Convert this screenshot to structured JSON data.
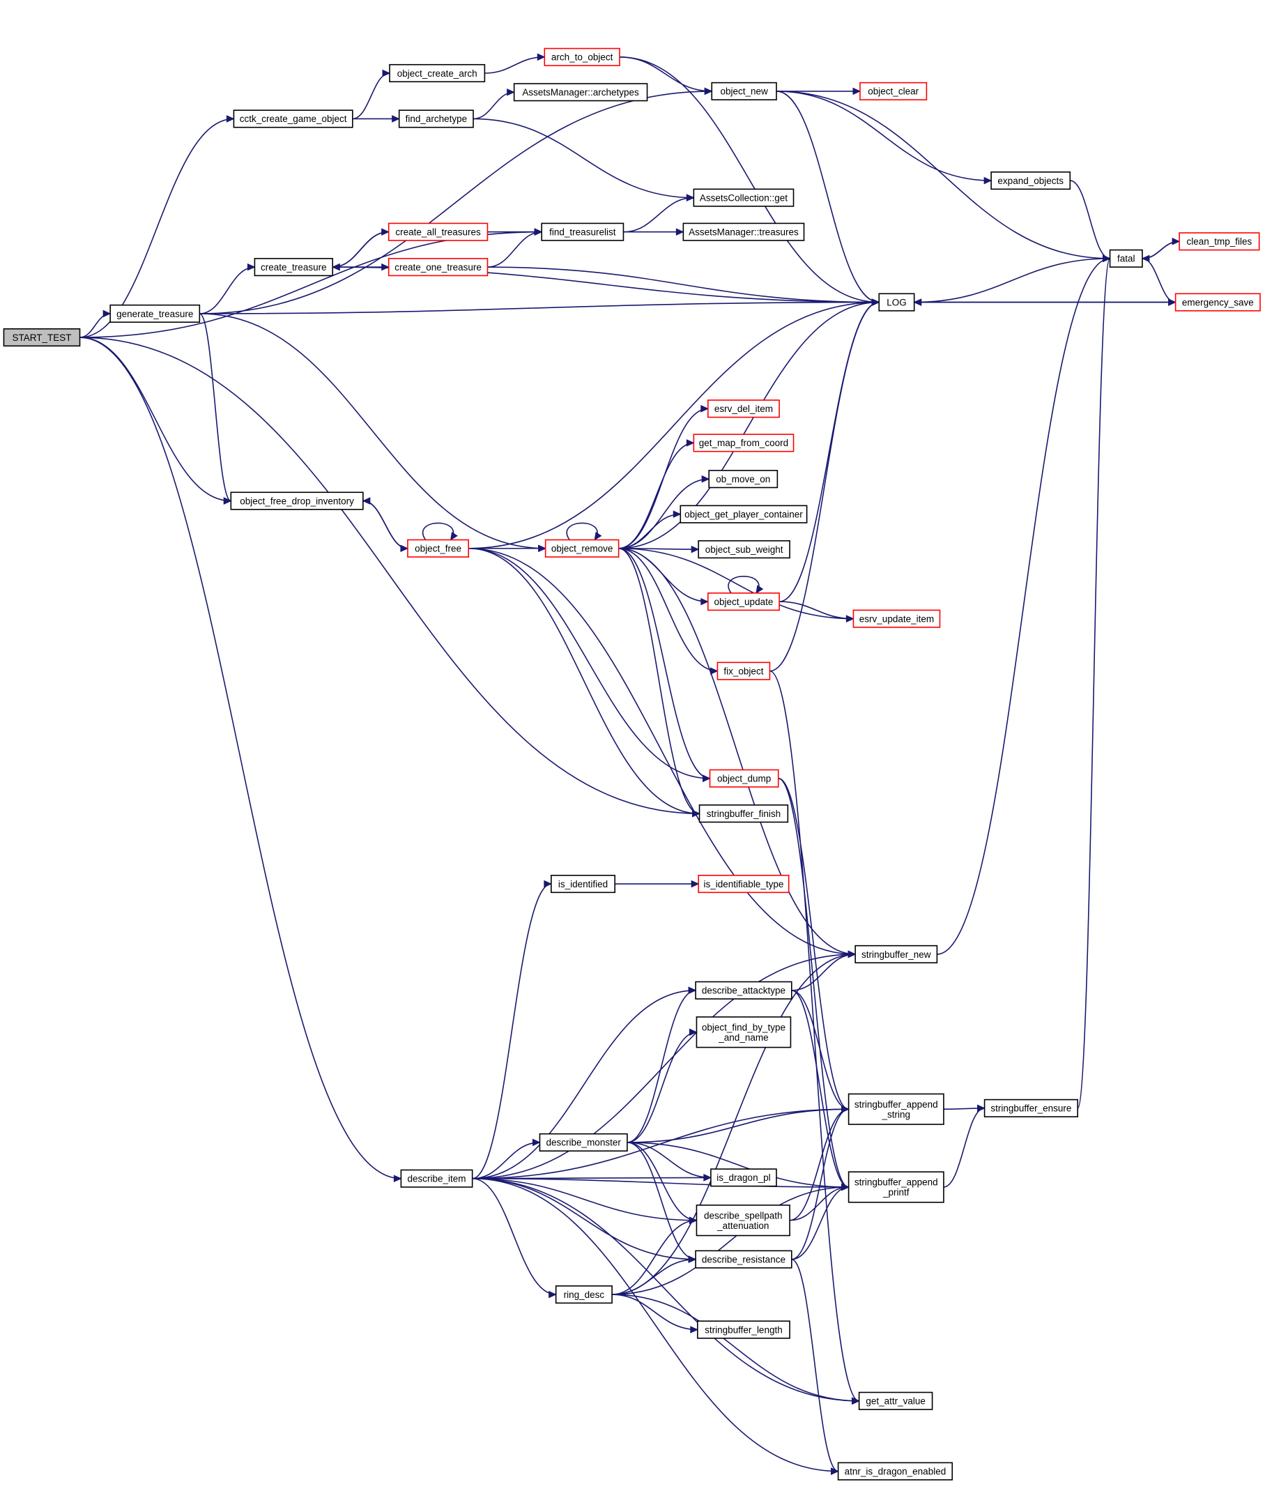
{
  "colors": {
    "edge": "#191970",
    "node_border": "#000000",
    "node_border_truncated": "#ff0000",
    "root_fill": "#bfbfbf",
    "node_fill": "#ffffff"
  },
  "nodes": {
    "start_test": {
      "label": "START_TEST",
      "root": true
    },
    "cctk_create_game_object": {
      "label": "cctk_create_game_object"
    },
    "object_create_arch": {
      "label": "object_create_arch"
    },
    "arch_to_object": {
      "label": "arch_to_object",
      "truncated": true
    },
    "object_new": {
      "label": "object_new"
    },
    "object_clear": {
      "label": "object_clear",
      "truncated": true
    },
    "find_archetype": {
      "label": "find_archetype"
    },
    "assets_manager_archetypes": {
      "label": "AssetsManager::archetypes"
    },
    "expand_objects": {
      "label": "expand_objects"
    },
    "assets_collection_get": {
      "label": "AssetsCollection::get"
    },
    "create_all_treasures": {
      "label": "create_all_treasures",
      "truncated": true
    },
    "find_treasurelist": {
      "label": "find_treasurelist"
    },
    "assets_manager_treasures": {
      "label": "AssetsManager::treasures"
    },
    "fatal": {
      "label": "fatal"
    },
    "clean_tmp_files": {
      "label": "clean_tmp_files",
      "truncated": true
    },
    "create_treasure": {
      "label": "create_treasure"
    },
    "create_one_treasure": {
      "label": "create_one_treasure",
      "truncated": true
    },
    "generate_treasure": {
      "label": "generate_treasure"
    },
    "log": {
      "label": "LOG"
    },
    "emergency_save": {
      "label": "emergency_save",
      "truncated": true
    },
    "esrv_del_item": {
      "label": "esrv_del_item",
      "truncated": true
    },
    "get_map_from_coord": {
      "label": "get_map_from_coord",
      "truncated": true
    },
    "ob_move_on": {
      "label": "ob_move_on"
    },
    "object_free_drop_inventory": {
      "label": "object_free_drop_inventory"
    },
    "object_get_player_container": {
      "label": "object_get_player_container"
    },
    "object_free": {
      "label": "object_free",
      "truncated": true
    },
    "object_remove": {
      "label": "object_remove",
      "truncated": true
    },
    "object_sub_weight": {
      "label": "object_sub_weight"
    },
    "object_update": {
      "label": "object_update",
      "truncated": true
    },
    "esrv_update_item": {
      "label": "esrv_update_item",
      "truncated": true
    },
    "fix_object": {
      "label": "fix_object",
      "truncated": true
    },
    "object_dump": {
      "label": "object_dump",
      "truncated": true
    },
    "stringbuffer_finish": {
      "label": "stringbuffer_finish"
    },
    "is_identified": {
      "label": "is_identified"
    },
    "is_identifiable_type": {
      "label": "is_identifiable_type",
      "truncated": true
    },
    "stringbuffer_new": {
      "label": "stringbuffer_new"
    },
    "describe_attacktype": {
      "label": "describe_attacktype"
    },
    "object_find_by_type_and_name": {
      "label": [
        "object_find_by_type",
        "_and_name"
      ]
    },
    "stringbuffer_append_string": {
      "label": [
        "stringbuffer_append",
        "_string"
      ]
    },
    "stringbuffer_ensure": {
      "label": "stringbuffer_ensure"
    },
    "describe_monster": {
      "label": "describe_monster"
    },
    "describe_item": {
      "label": "describe_item"
    },
    "is_dragon_pl": {
      "label": "is_dragon_pl"
    },
    "stringbuffer_append_printf": {
      "label": [
        "stringbuffer_append",
        "_printf"
      ]
    },
    "describe_spellpath_attenuation": {
      "label": [
        "describe_spellpath",
        "_attenuation"
      ]
    },
    "describe_resistance": {
      "label": "describe_resistance"
    },
    "ring_desc": {
      "label": "ring_desc"
    },
    "stringbuffer_length": {
      "label": "stringbuffer_length"
    },
    "get_attr_value": {
      "label": "get_attr_value"
    },
    "atnr_is_dragon_enabled": {
      "label": "atnr_is_dragon_enabled"
    }
  },
  "edges": [
    [
      "start_test",
      "cctk_create_game_object"
    ],
    [
      "start_test",
      "find_treasurelist"
    ],
    [
      "start_test",
      "generate_treasure"
    ],
    [
      "start_test",
      "object_free_drop_inventory"
    ],
    [
      "start_test",
      "stringbuffer_finish"
    ],
    [
      "start_test",
      "describe_item"
    ],
    [
      "cctk_create_game_object",
      "object_create_arch"
    ],
    [
      "cctk_create_game_object",
      "find_archetype"
    ],
    [
      "object_create_arch",
      "arch_to_object"
    ],
    [
      "arch_to_object",
      "object_new"
    ],
    [
      "arch_to_object",
      "log"
    ],
    [
      "object_new",
      "object_clear"
    ],
    [
      "object_new",
      "expand_objects"
    ],
    [
      "object_new",
      "fatal"
    ],
    [
      "object_new",
      "log"
    ],
    [
      "find_archetype",
      "assets_manager_archetypes"
    ],
    [
      "find_archetype",
      "assets_collection_get"
    ],
    [
      "expand_objects",
      "fatal"
    ],
    [
      "find_treasurelist",
      "assets_collection_get"
    ],
    [
      "find_treasurelist",
      "assets_manager_treasures"
    ],
    [
      "fatal",
      "clean_tmp_files"
    ],
    [
      "fatal",
      "emergency_save"
    ],
    [
      "fatal",
      "log"
    ],
    [
      "clean_tmp_files",
      "fatal"
    ],
    [
      "emergency_save",
      "log"
    ],
    [
      "log",
      "emergency_save"
    ],
    [
      "create_treasure",
      "create_all_treasures"
    ],
    [
      "create_treasure",
      "create_one_treasure"
    ],
    [
      "create_treasure",
      "log"
    ],
    [
      "create_all_treasures",
      "find_treasurelist"
    ],
    [
      "create_all_treasures",
      "create_treasure"
    ],
    [
      "create_one_treasure",
      "find_treasurelist"
    ],
    [
      "create_one_treasure",
      "create_treasure"
    ],
    [
      "create_one_treasure",
      "log"
    ],
    [
      "generate_treasure",
      "object_new"
    ],
    [
      "generate_treasure",
      "log"
    ],
    [
      "generate_treasure",
      "create_treasure"
    ],
    [
      "generate_treasure",
      "object_free_drop_inventory"
    ],
    [
      "generate_treasure",
      "object_remove"
    ],
    [
      "object_free_drop_inventory",
      "object_free"
    ],
    [
      "object_free",
      "object_free_drop_inventory"
    ],
    [
      "object_free",
      "object_free"
    ],
    [
      "object_free",
      "log"
    ],
    [
      "object_free",
      "object_remove"
    ],
    [
      "object_free",
      "object_dump"
    ],
    [
      "object_free",
      "stringbuffer_finish"
    ],
    [
      "object_free",
      "stringbuffer_new"
    ],
    [
      "object_remove",
      "object_remove"
    ],
    [
      "object_remove",
      "log"
    ],
    [
      "object_remove",
      "esrv_del_item"
    ],
    [
      "object_remove",
      "get_map_from_coord"
    ],
    [
      "object_remove",
      "ob_move_on"
    ],
    [
      "object_remove",
      "object_get_player_container"
    ],
    [
      "object_remove",
      "object_sub_weight"
    ],
    [
      "object_remove",
      "object_update"
    ],
    [
      "object_remove",
      "esrv_update_item"
    ],
    [
      "object_remove",
      "fix_object"
    ],
    [
      "object_remove",
      "object_dump"
    ],
    [
      "object_remove",
      "stringbuffer_finish"
    ],
    [
      "object_remove",
      "stringbuffer_new"
    ],
    [
      "object_update",
      "object_update"
    ],
    [
      "object_update",
      "log"
    ],
    [
      "object_update",
      "esrv_update_item"
    ],
    [
      "fix_object",
      "log"
    ],
    [
      "fix_object",
      "get_attr_value"
    ],
    [
      "object_dump",
      "stringbuffer_append_string"
    ],
    [
      "object_dump",
      "stringbuffer_append_printf"
    ],
    [
      "stringbuffer_new",
      "fatal"
    ],
    [
      "stringbuffer_append_string",
      "stringbuffer_ensure"
    ],
    [
      "stringbuffer_append_printf",
      "stringbuffer_ensure"
    ],
    [
      "stringbuffer_ensure",
      "fatal"
    ],
    [
      "is_identified",
      "is_identifiable_type"
    ],
    [
      "describe_attacktype",
      "stringbuffer_new"
    ],
    [
      "describe_attacktype",
      "stringbuffer_append_string"
    ],
    [
      "describe_attacktype",
      "stringbuffer_append_printf"
    ],
    [
      "describe_monster",
      "describe_attacktype"
    ],
    [
      "describe_monster",
      "object_find_by_type_and_name"
    ],
    [
      "describe_monster",
      "stringbuffer_append_string"
    ],
    [
      "describe_monster",
      "stringbuffer_append_printf"
    ],
    [
      "describe_monster",
      "is_dragon_pl"
    ],
    [
      "describe_monster",
      "describe_spellpath_attenuation"
    ],
    [
      "describe_monster",
      "describe_resistance"
    ],
    [
      "describe_item",
      "is_identified"
    ],
    [
      "describe_item",
      "stringbuffer_new"
    ],
    [
      "describe_item",
      "describe_attacktype"
    ],
    [
      "describe_item",
      "stringbuffer_append_string"
    ],
    [
      "describe_item",
      "describe_monster"
    ],
    [
      "describe_item",
      "is_dragon_pl"
    ],
    [
      "describe_item",
      "stringbuffer_append_printf"
    ],
    [
      "describe_item",
      "describe_spellpath_attenuation"
    ],
    [
      "describe_item",
      "describe_resistance"
    ],
    [
      "describe_item",
      "ring_desc"
    ],
    [
      "describe_item",
      "get_attr_value"
    ],
    [
      "describe_item",
      "atnr_is_dragon_enabled"
    ],
    [
      "describe_spellpath_attenuation",
      "stringbuffer_append_string"
    ],
    [
      "describe_spellpath_attenuation",
      "stringbuffer_append_printf"
    ],
    [
      "describe_resistance",
      "stringbuffer_append_string"
    ],
    [
      "describe_resistance",
      "stringbuffer_append_printf"
    ],
    [
      "describe_resistance",
      "atnr_is_dragon_enabled"
    ],
    [
      "ring_desc",
      "stringbuffer_new"
    ],
    [
      "ring_desc",
      "describe_spellpath_attenuation"
    ],
    [
      "ring_desc",
      "describe_resistance"
    ],
    [
      "ring_desc",
      "stringbuffer_length"
    ],
    [
      "ring_desc",
      "stringbuffer_append_printf"
    ],
    [
      "ring_desc",
      "get_attr_value"
    ]
  ]
}
